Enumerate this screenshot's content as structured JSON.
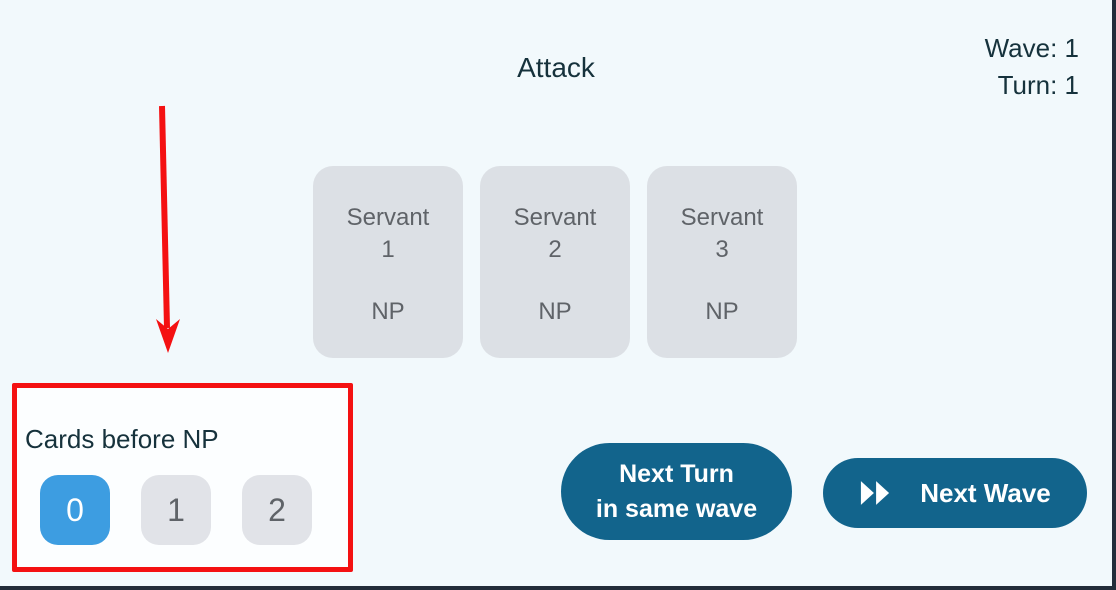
{
  "header": {
    "phase_title": "Attack",
    "wave_label": "Wave: 1",
    "turn_label": "Turn: 1"
  },
  "servants": [
    {
      "name": "Servant",
      "number": "1",
      "np_label": "NP"
    },
    {
      "name": "Servant",
      "number": "2",
      "np_label": "NP"
    },
    {
      "name": "Servant",
      "number": "3",
      "np_label": "NP"
    }
  ],
  "cards_before_np": {
    "label": "Cards before NP",
    "options": [
      {
        "value": "0",
        "selected": true
      },
      {
        "value": "1",
        "selected": false
      },
      {
        "value": "2",
        "selected": false
      }
    ]
  },
  "actions": {
    "next_turn": {
      "line1": "Next Turn",
      "line2": "in same wave"
    },
    "next_wave": {
      "label": "Next Wave",
      "icon": "fast-forward-icon"
    }
  },
  "annotations": {
    "arrow": "red-down-arrow",
    "box": "red-highlight-box around Cards before NP selector"
  },
  "colors": {
    "background": "#f2f9fc",
    "panel_bg": "#fcfeff",
    "card_bg": "#dce0e5",
    "card_text": "#5f6368",
    "option_bg": "#e1e3e8",
    "selected_blue": "#3d9de1",
    "action_button": "#12648c",
    "dark_text": "#16323c",
    "annotation_red": "#f41112",
    "frame_border": "#232d3a"
  }
}
